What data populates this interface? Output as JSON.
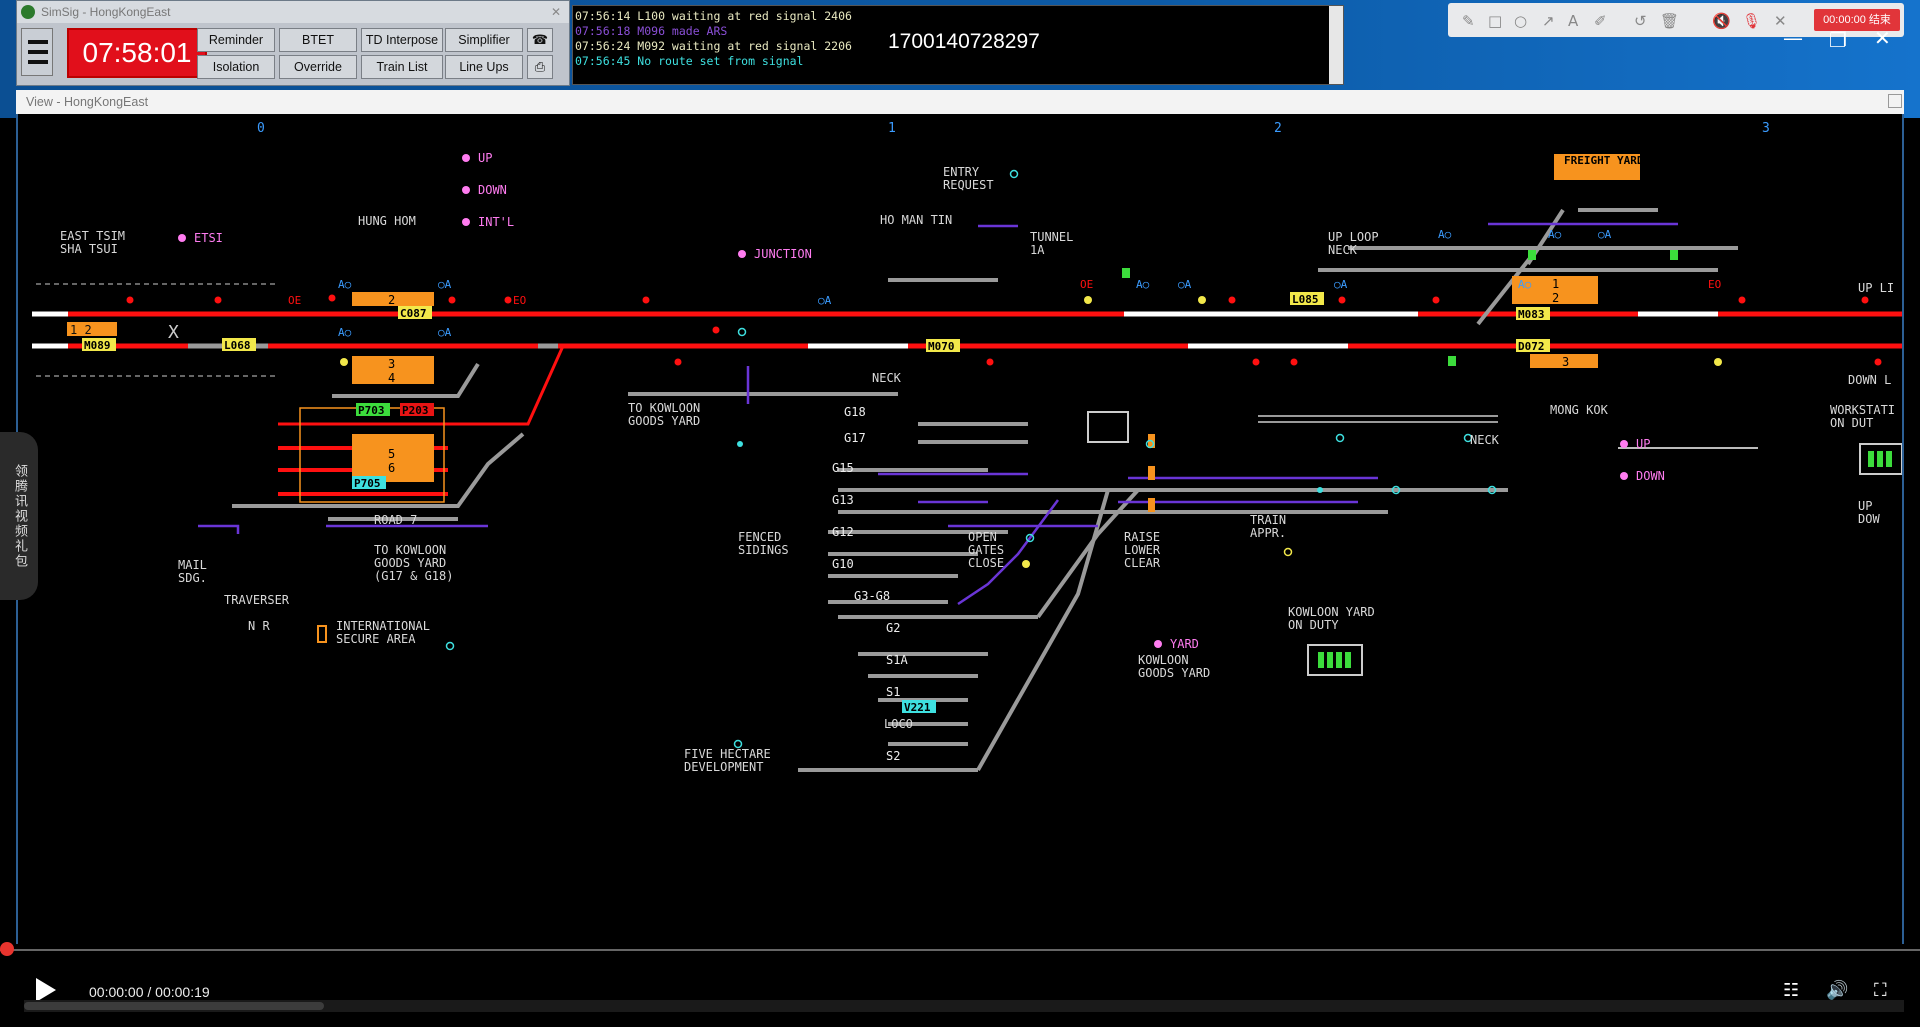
{
  "window": {
    "title": "SimSig - HongKongEast",
    "clock": "07:58:01",
    "buttons_row1": [
      "Reminder",
      "BTET",
      "TD Interpose",
      "Simplifier"
    ],
    "buttons_row2": [
      "Isolation",
      "Override",
      "Train List",
      "Line Ups"
    ],
    "phone_icon": "phone-icon",
    "print_icon": "printer-icon"
  },
  "messages": [
    {
      "text": "07:56:14 L100 waiting at red signal 2406",
      "color": "#e8e8c0"
    },
    {
      "text": "07:56:18 M096 made ARS",
      "color": "#8a4fd6"
    },
    {
      "text": "07:56:24 M092 waiting at red signal 2206",
      "color": "#e8e8c0"
    },
    {
      "text": "07:56:45 No route set from signal",
      "color": "#3ee0e0"
    }
  ],
  "overlay_code": "1700140728297",
  "recording": {
    "label": "00:00:00 结束"
  },
  "view": {
    "title": "View - HongKongEast"
  },
  "grid_labels": [
    "0",
    "1",
    "2",
    "3"
  ],
  "areas": {
    "east_tsim": "EAST TSIM\nSHA TSUI",
    "etsi": "ETSI",
    "hung_hom": "HUNG HOM",
    "up": "UP",
    "down": "DOWN",
    "intl": "INT'L",
    "junction": "JUNCTION",
    "ho_man_tin": "HO MAN TIN",
    "entry_request": "ENTRY\nREQUEST",
    "tunnel": "TUNNEL\n1A",
    "up_loop_neck": "UP LOOP\nNECK",
    "freight_yard": "FREIGHT YARD",
    "up_li": "UP LI",
    "down_l": "DOWN L",
    "mong_kok": "MONG KOK",
    "mk_up": "UP",
    "mk_down": "DOWN",
    "workstation": "WORKSTATI\nON DUT",
    "up_dow": "UP\nDOW",
    "neck1": "NECK",
    "neck2": "NECK",
    "to_kowloon_goods": "TO KOWLOON\nGOODS YARD",
    "road7": "ROAD 7",
    "to_kowloon_goods2": "TO KOWLOON\nGOODS YARD\n(G17 & G18)",
    "mail": "MAIL\nSDG.",
    "traverser": "TRAVERSER",
    "nr": "N R",
    "intl_secure": "INTERNATIONAL\nSECURE AREA",
    "fenced": "FENCED\nSIDINGS",
    "open_gates": "OPEN\nGATES\nCLOSE",
    "raise": "RAISE\nLOWER\nCLEAR",
    "train_appr": "TRAIN\nAPPR.",
    "yard": "YARD",
    "kowloon_goods": "KOWLOON\nGOODS YARD",
    "kowloon_yard_duty": "KOWLOON YARD\nON DUTY",
    "five_hectare": "FIVE HECTARE\nDEVELOPMENT",
    "loco": "LOCO"
  },
  "sidings": [
    "G18",
    "G17",
    "G15",
    "G13",
    "G12",
    "G10",
    "G3-G8",
    "G2",
    "S1A",
    "S1",
    "S2"
  ],
  "train_descriptions": [
    {
      "id": "C087",
      "color": "#f2e84a"
    },
    {
      "id": "M089",
      "color": "#f2e84a"
    },
    {
      "id": "L068",
      "color": "#f2e84a"
    },
    {
      "id": "P703",
      "color": "#3cdc3c"
    },
    {
      "id": "P203",
      "color": "#e81414"
    },
    {
      "id": "P705",
      "color": "#3ee0e0"
    },
    {
      "id": "M070",
      "color": "#f2e84a"
    },
    {
      "id": "L085",
      "color": "#f2e84a"
    },
    {
      "id": "M083",
      "color": "#f2e84a"
    },
    {
      "id": "D072",
      "color": "#f2e84a"
    },
    {
      "id": "V221",
      "color": "#3ee0e0"
    }
  ],
  "platforms": [
    "2",
    "1 2",
    "3",
    "4",
    "5",
    "6",
    "1",
    "2",
    "3"
  ],
  "player": {
    "time": "00:00:00 / 00:00:19"
  },
  "side_panel": "领腾讯视频礼包",
  "colors": {
    "track_red": "#ff1010",
    "track_grey": "#9a9a9a",
    "platform": "#f7931e",
    "signal_blue": "#3b9cff"
  }
}
